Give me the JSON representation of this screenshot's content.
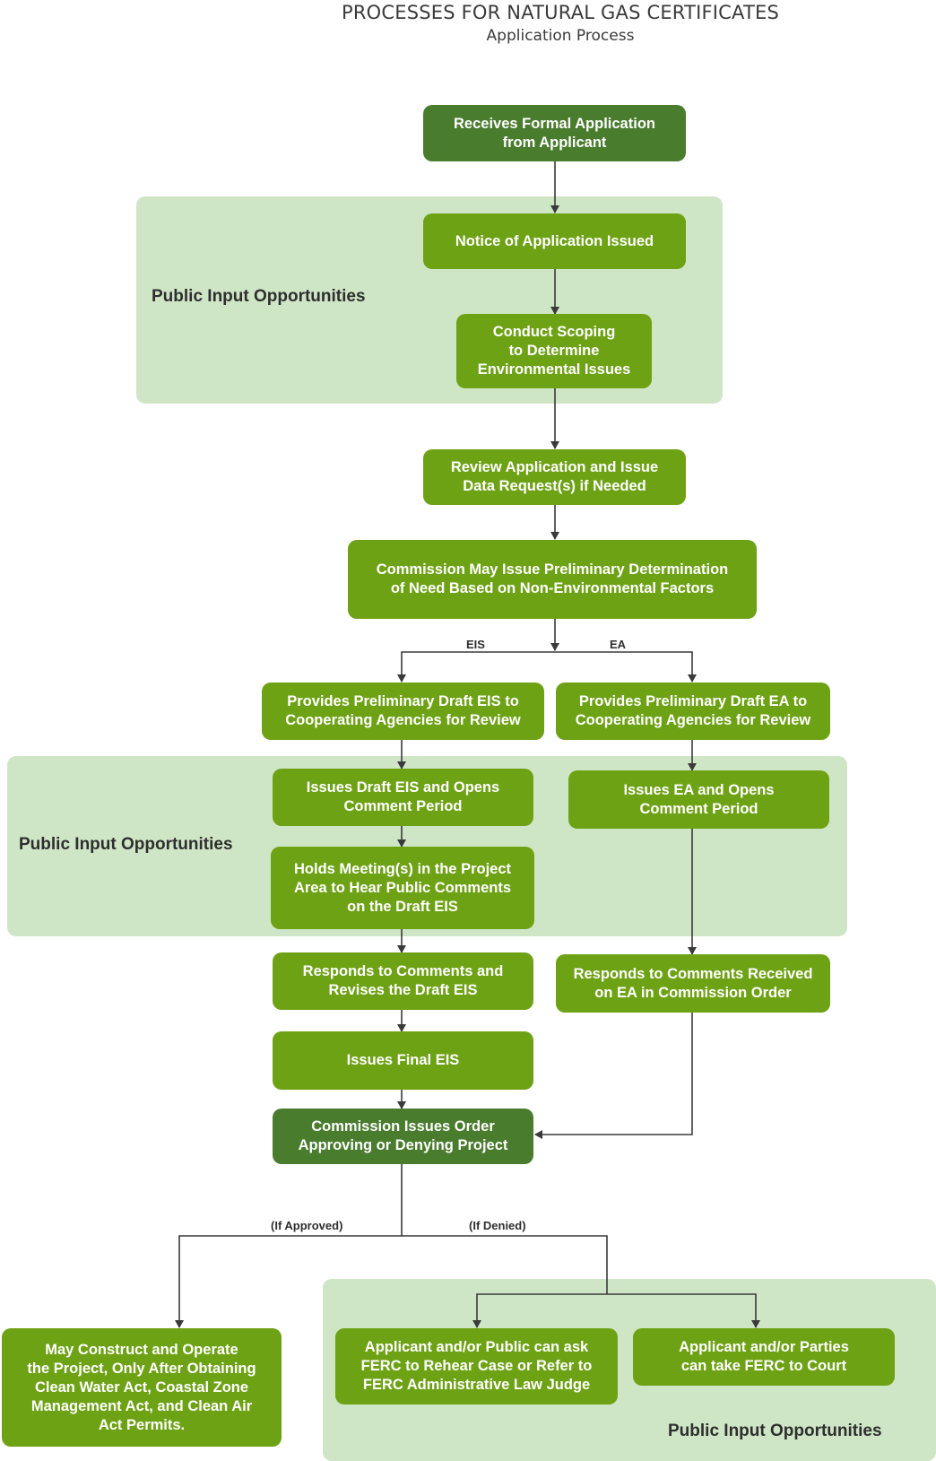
{
  "title": "PROCESSES FOR NATURAL GAS CERTIFICATES",
  "subtitle": "Application Process",
  "zones": {
    "zone1": "Public Input Opportunities",
    "zone2": "Public Input Opportunities",
    "zone3": "Public Input Opportunities"
  },
  "steps": {
    "receives": "Receives Formal Application\nfrom Applicant",
    "notice": "Notice of Application Issued",
    "scoping": "Conduct Scoping\nto Determine\nEnvironmental Issues",
    "review": "Review Application and Issue\nData Request(s) if Needed",
    "prelim": "Commission May Issue Preliminary Determination\nof Need Based on Non-Environmental Factors",
    "draft_eis_prelim": "Provides Preliminary Draft EIS to\nCooperating Agencies for Review",
    "draft_ea_prelim": "Provides Preliminary Draft EA to\nCooperating Agencies for Review",
    "issues_draft_eis": "Issues Draft EIS and Opens\nComment Period",
    "issues_ea": "Issues EA and Opens\nComment Period",
    "meetings": "Holds Meeting(s) in the Project\nArea to Hear Public Comments\non the Draft EIS",
    "responds_eis": "Responds to Comments and\nRevises the Draft EIS",
    "responds_ea": "Responds to Comments Received\non EA in Commission Order",
    "final_eis": "Issues Final EIS",
    "order": "Commission Issues Order\nApproving or Denying Project",
    "construct": "May Construct and Operate\nthe Project, Only After Obtaining\nClean Water Act, Coastal Zone\nManagement Act, and Clean Air\nAct Permits.",
    "rehear": "Applicant and/or Public can ask\nFERC to Rehear Case or Refer to\nFERC Administrative Law Judge",
    "court": "Applicant and/or Parties\ncan take FERC to Court"
  },
  "branch_labels": {
    "eis": "EIS",
    "ea": "EA",
    "approved": "(If Approved)",
    "denied": "(If Denied)"
  },
  "colors": {
    "step": "#6ea215",
    "step_dark": "#4a7c2e",
    "zone": "#cfe6c6",
    "connector": "#3a3a3a"
  }
}
